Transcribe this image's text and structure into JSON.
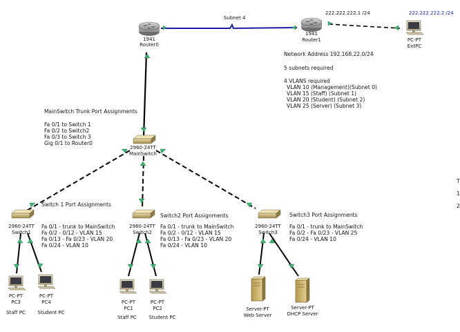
{
  "devices": {
    "router0": {
      "model": "1941",
      "name": "Router0"
    },
    "router1": {
      "model": "1941",
      "name": "Router1"
    },
    "extpc": {
      "model": "PC-PT",
      "name": "ExtPC"
    },
    "mainswitch": {
      "model": "2960-24TT",
      "name": "MainSwitch"
    },
    "switch1": {
      "model": "2960-24TT",
      "name": "Switch1"
    },
    "switch2": {
      "model": "2960-24TT",
      "name": "Switch2"
    },
    "switch3": {
      "model": "2960-24TT",
      "name": "Switch3"
    },
    "pc3": {
      "model": "PC-PT",
      "name": "PC3",
      "role": "Staff PC"
    },
    "pc4": {
      "model": "PC-PT",
      "name": "PC4",
      "role": "Student PC"
    },
    "pc1": {
      "model": "PC-PT",
      "name": "PC1",
      "role": "Staff PC"
    },
    "pc2": {
      "model": "PC-PT",
      "name": "PC2",
      "role": "Student PC"
    },
    "webserver": {
      "model": "Server-PT",
      "name": "Web Server"
    },
    "dhcpserver": {
      "model": "Server-PT",
      "name": "DHCP Server"
    }
  },
  "links": {
    "subnet4": "Subnet 4",
    "router1_ip": "222.222.222.1 /24",
    "extpc_ip": "222.222.222.2 /24"
  },
  "network_info": {
    "address": "Network Address 192.168.22.0/24",
    "subnets": "5 subnets required",
    "vlans_title": "4 VLANS required",
    "vlans": [
      "VLAN 10 (Management)(Subnet 0)",
      "VLAN 15 (Staff) (Subnet 1)",
      "VLAN 20 (Student) (Subnet 2)",
      "VLAN 25 (Server) (Subnet 3)"
    ]
  },
  "mainswitch_ports": {
    "title": "MainSwitch Trunk Port Assignments",
    "lines": [
      "Fa 0/1 to Switch 1",
      "Fa 0/2 to Switch2",
      "Fa 0/3 to Switch 3",
      "Gig 0/1 to Router0"
    ]
  },
  "switch1_ports": {
    "title": "Switch 1 Port Assignments",
    "lines": [
      "Fa 0/1 - trunk to MainSwitch",
      "Fa 0/2 - 0/12 - VLAN 15",
      "Fa 0/13 - Fa 0/23 - VLAN 20",
      "Fa 0/24 - VLAN 10"
    ]
  },
  "switch2_ports": {
    "title": "Switch2 Port Assignments",
    "lines": [
      "Fa 0/1 - trunk to MainSwitch",
      "Fa 0/2 - 0/12 - VLAN 15",
      "Fa 0/13 - Fa 0/23 - VLAN 20",
      "Fa 0/24 - VLAN 10"
    ]
  },
  "switch3_ports": {
    "title": "Switch3 Port Assignments",
    "lines": [
      "Fa 0/1 - trunk to MainSwitch",
      "Fa 0/2 - Fa 0/23 - VLAN 25",
      "Fa 0/24 - VLAN 10"
    ]
  },
  "edge_fragments": [
    "T",
    "1",
    "2"
  ],
  "colors": {
    "link": "#000000",
    "serial": "#1a1aa6",
    "port_up": "#3cb371"
  }
}
